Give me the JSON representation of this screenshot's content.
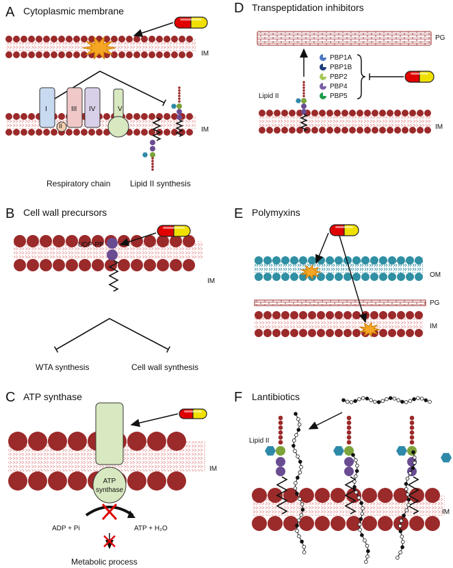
{
  "panels": {
    "A": {
      "letter": "A",
      "title": "Cytoplasmic membrane",
      "membrane_label_1": "IM",
      "membrane_label_2": "IM",
      "complexes": [
        "I",
        "II",
        "III",
        "IV",
        "V"
      ],
      "caption_left": "Respiratory chain",
      "caption_right": "Lipid II synthesis"
    },
    "B": {
      "letter": "B",
      "title": "Cell wall precursors",
      "udp_label": "UDP-PP",
      "membrane_label": "IM",
      "caption_left": "WTA synthesis",
      "caption_right": "Cell wall synthesis"
    },
    "C": {
      "letter": "C",
      "title": "ATP synthase",
      "membrane_label": "IM",
      "enzyme_line1": "ATP",
      "enzyme_line2": "synthase",
      "substrate": "ADP + Pi",
      "product": "ATP + H₂O",
      "caption": "Metabolic process"
    },
    "D": {
      "letter": "D",
      "title": "Transpeptidation inhibitors",
      "pg_label": "PG",
      "membrane_label": "IM",
      "lipid_label": "Lipid II",
      "pbps": [
        "PBP1A",
        "PBP1B",
        "PBP2",
        "PBP4",
        "PBP5"
      ]
    },
    "E": {
      "letter": "E",
      "title": "Polymyxins",
      "om_label": "OM",
      "pg_label": "PG",
      "im_label": "IM"
    },
    "F": {
      "letter": "F",
      "title": "Lantibiotics",
      "lipid_label": "Lipid II",
      "membrane_label": "IM"
    }
  },
  "colors": {
    "head": "#9b2a2a",
    "tail": "#e8a0a0",
    "om_head": "#2f8fa3",
    "om_tail": "#3d93a5",
    "pg_line": "#9b2a2a",
    "capsule_red": "#e00000",
    "capsule_yellow": "#f0e000",
    "burst": "#f5a623",
    "sugar_purple": "#6a4c93",
    "sugar_green": "#7da33a",
    "sugar_blue": "#2e89a8",
    "enzyme_green": "#d8e8c0",
    "complex_I": "#c8daf0",
    "complex_III": "#f0c8c8",
    "complex_IV": "#d8d0e8"
  },
  "icons": [
    "antibiotic-capsule-icon",
    "burst-icon",
    "inhibition-arrow-icon"
  ]
}
